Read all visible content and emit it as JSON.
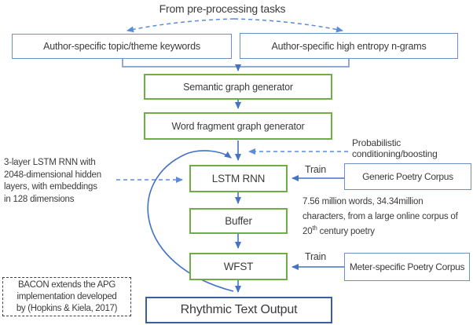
{
  "title": "From pre-processing tasks",
  "nodes": {
    "topic_keywords": "Author-specific topic/theme keywords",
    "ngrams": "Author-specific high entropy n-grams",
    "semantic": "Semantic graph generator",
    "word_fragment": "Word fragment graph generator",
    "lstm": "LSTM RNN",
    "buffer": "Buffer",
    "wfst": "WFST",
    "output": "Rhythmic Text Output",
    "generic_corpus": "Generic Poetry Corpus",
    "meter_corpus": "Meter-specific Poetry Corpus"
  },
  "labels": {
    "train_top": "Train",
    "train_bottom": "Train",
    "prob_note": [
      "Probabilistic",
      "conditioning/boosting"
    ]
  },
  "annotations": {
    "lstm_note": [
      "3-layer LSTM RNN with",
      "2048-dimensional hidden",
      "layers, with embeddings",
      "in 128 dimensions"
    ],
    "corpus_stats": [
      "7.56 million words, 34.34million",
      "characters, from a large online corpus of"
    ],
    "corpus_stats_line3": {
      "pre": "20",
      "sup": "th",
      "post": " century poetry"
    },
    "bacon_note": [
      "BACON extends the APG",
      "implementation developed",
      "by (Hopkins & Kiela, 2017)"
    ]
  },
  "colors": {
    "blue_box_border": "#6d8fc9",
    "dark_blue_border": "#3a5f9f",
    "green_box_border": "#70ad47",
    "solid_arrow": "#4472c4",
    "dashed_arrow": "#5b8bd9",
    "text": "#3b3b3b"
  }
}
